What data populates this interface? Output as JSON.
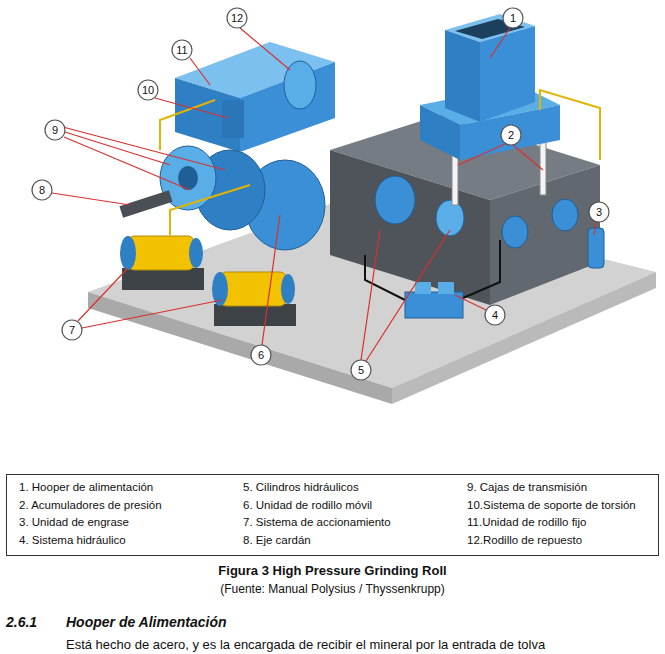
{
  "diagram": {
    "caption": "Figura 3 High Pressure Grinding Roll",
    "nodes": [
      {
        "text": [
          "1"
        ]
      },
      {
        "text": [
          "2"
        ]
      },
      {
        "text": [
          "3"
        ]
      },
      {
        "text": [
          "4"
        ]
      },
      {
        "text": [
          "5"
        ]
      },
      {
        "text": [
          "6"
        ]
      },
      {
        "text": [
          "7"
        ]
      },
      {
        "text": [
          "8"
        ]
      },
      {
        "text": [
          "9"
        ]
      },
      {
        "text": [
          "10"
        ]
      },
      {
        "text": [
          "11"
        ]
      },
      {
        "text": [
          "12"
        ]
      },
      {
        "text": [
          "1. Hooper de alimentación",
          "2. Acumuladores de presión",
          "3. Unidad de engrase",
          "4. Sistema hidráulico",
          "5. Cilindros hidráulicos",
          "6. Unidad de rodillo móvil",
          "7. Sistema de accionamiento",
          "8. Eje cardán",
          "9. Cajas de transmisión",
          "10.Sistema de soporte de torsión",
          "11.Unidad de rodillo fijo",
          "12.Rodillo de repuesto"
        ]
      }
    ],
    "labels": [
      "(Fuente: Manual Polysius / Thyssenkrupp)",
      "2.6.1",
      "Hooper de Alimentación",
      "Está hecho de acero, y es la encargada de recibir el mineral por la entrada de tolva"
    ]
  }
}
